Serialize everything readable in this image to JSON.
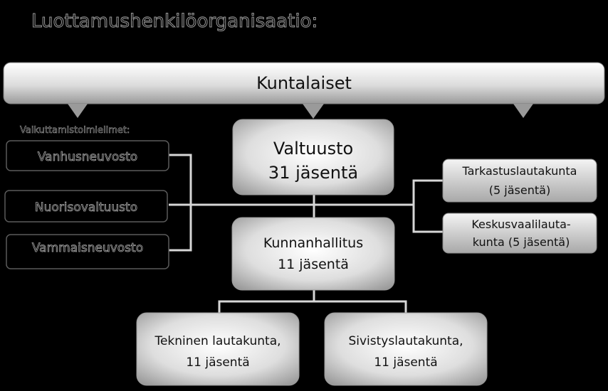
{
  "title": "Luottamushenkilöorganisaatio:",
  "citizens": "Kuntalaiset",
  "influence_label": "Vaikuttamistoimielimet:",
  "council": {
    "line1": "Valtuusto",
    "line2": "31 jäsentä"
  },
  "board": {
    "line1": "Kunnanhallitus",
    "line2": "11 jäsentä"
  },
  "left_bodies": [
    "Vanhusneuvosto",
    "Nuorisovaltuusto",
    "Vammaisneuvosto"
  ],
  "audit": {
    "line1": "Tarkastuslautakunta",
    "line2": "(5 jäsentä)"
  },
  "election": {
    "line1": "Keskusvaalilauta-",
    "line2": "kunta (5 jäsentä)"
  },
  "technical": {
    "line1": "Tekninen lautakunta,",
    "line2": "11 jäsentä"
  },
  "education": {
    "line1": "Sivistyslautakunta,",
    "line2": "11 jäsentä"
  }
}
